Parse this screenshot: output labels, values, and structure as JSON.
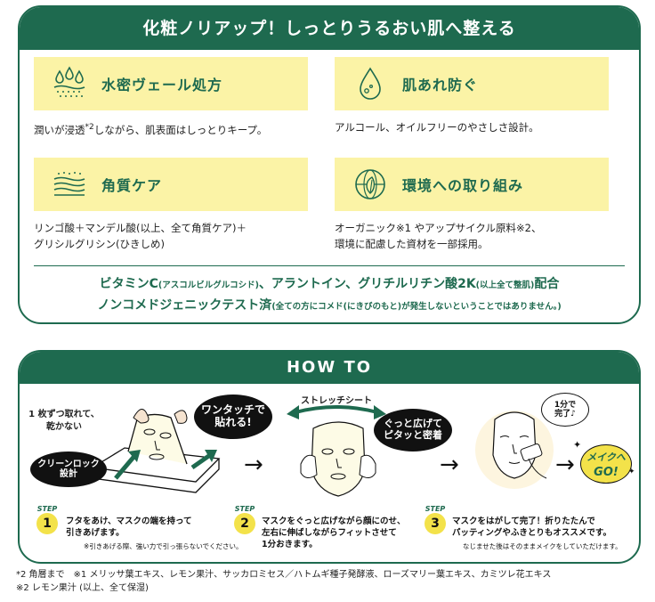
{
  "features_card": {
    "header": "化粧ノリアップ！しっとりうるおい肌へ整える",
    "items": [
      {
        "title": "水密ヴェール処方",
        "icon": "water-drops-icon",
        "desc_pre": "潤いが浸透",
        "desc_sup": "*2",
        "desc_post": "しながら、肌表面はしっとりキープ。"
      },
      {
        "title": "肌あれ防ぐ",
        "icon": "droplet-icon",
        "desc_line1": "アルコール、オイルフリーのやさしさ設計。"
      },
      {
        "title": "角質ケア",
        "icon": "skin-layers-icon",
        "desc_line1": "リンゴ酸＋マンデル酸(以上、全て角質ケア)＋",
        "desc_line2": "グリシルグリシン(ひきしめ)"
      },
      {
        "title": "環境への取り組み",
        "icon": "globe-leaf-icon",
        "desc_line1": "オーガニック※1 やアップサイクル原料※2、",
        "desc_line2": "環境に配慮した資材を一部採用。"
      }
    ],
    "claims": {
      "l1_a": "ビタミンC",
      "l1_b": "(アスコルビルグルコシド)",
      "l1_c": "、アラントイン、グリチルリチン酸2K",
      "l1_d": "(以上全て整肌)",
      "l1_e": "配合",
      "l2_a": "ノンコメドジェニックテスト済",
      "l2_b": "(全ての方にコメド(にきびのもと)が発生しないということではありません。)"
    }
  },
  "howto": {
    "header": "HOW TO",
    "label_take": "1 枚ずつ取れて、",
    "label_take2": "乾かない",
    "bubble_onetouch_1": "ワンタッチで",
    "bubble_onetouch_2": "貼れる!",
    "bubble_cleanlock_1": "クリーンロック",
    "bubble_cleanlock_2": "設計",
    "stretch_label": "ストレッチシート",
    "bubble_spread_1": "ぐっと広げて",
    "bubble_spread_2": "ピタッと密着",
    "bubble_oneminute_1": "1分で",
    "bubble_oneminute_2": "完了♪",
    "makeup_1": "メイクへ",
    "makeup_2": "GO!",
    "step_word": "STEP",
    "steps": [
      {
        "num": "1",
        "line1": "フタをあけ、マスクの端を持って",
        "line2": "引きあげます。",
        "note": "※引きあげる際、強い力で引っ張らないでください。"
      },
      {
        "num": "2",
        "line1": "マスクをぐっと広げながら顔にのせ、",
        "line2": "左右に伸ばしながらフィットさせて",
        "line3": "1分おきます。"
      },
      {
        "num": "3",
        "line1": "マスクをはがして完了！折りたたんで",
        "line2": "パッティングやふきとりもオススメです。",
        "note": "なじませた後はそのままメイクをしていただけます。"
      }
    ],
    "arrow": "→"
  },
  "footnotes": {
    "line1": "*2 角層まで　※1 メリッサ葉エキス、レモン果汁、サッカロミセス／ハトムギ種子発酵液、ローズマリー葉エキス、カミツレ花エキス",
    "line2": "※2 レモン果汁 (以上、全て保湿)"
  },
  "colors": {
    "green": "#1e6a4f",
    "yellow_band": "#fbf3a6",
    "badge_yellow": "#f3e24a"
  }
}
